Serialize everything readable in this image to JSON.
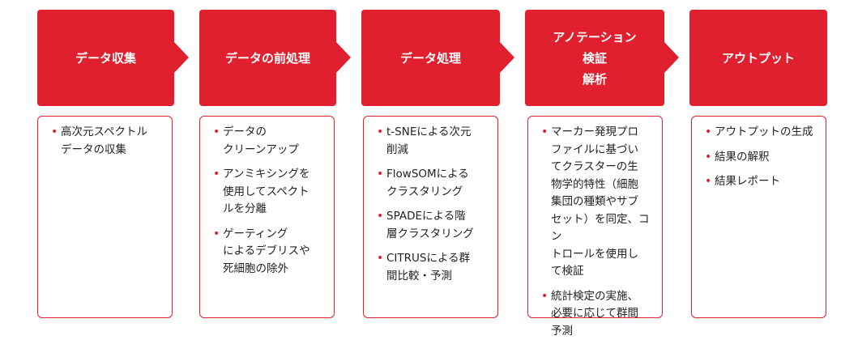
{
  "steps": [
    {
      "title": "データ収集",
      "items": [
        "高次元スペクトル\nデータの収集"
      ]
    },
    {
      "title": "データの前処理",
      "items": [
        "データの\nクリーンアップ",
        "アンミキシングを\n使用してスペクト\nルを分離",
        "ゲーティング\nによるデブリスや\n死細胞の除外"
      ]
    },
    {
      "title": "データ処理",
      "items": [
        "t-SNEによる次元\n削減",
        "FlowSOMによる\nクラスタリング",
        "SPADEによる階\n層クラスタリング",
        "CITRUSによる群\n間比較・予測"
      ]
    },
    {
      "title": "アノテーション\n検証\n解析",
      "items": [
        "マーカー発現プロ\nファイルに基づい\nてクラスターの生\n物学的特性（細胞\n集団の種類やサブ\nセット）を同定、コン\nトロールを使用し\nて検証",
        "統計検定の実施、\n必要に応じて群間\n予測"
      ]
    },
    {
      "title": "アウトプット",
      "items": [
        "アウトプットの生成",
        "結果の解釈",
        "結果レポート"
      ]
    }
  ],
  "colors": {
    "accent": "#e0202e"
  }
}
